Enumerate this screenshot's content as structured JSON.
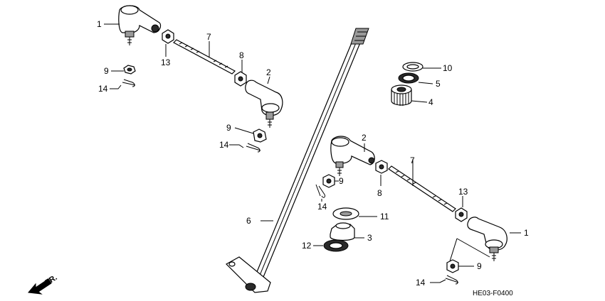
{
  "diagram": {
    "code": "HE03-F0400",
    "direction": "FR.",
    "callouts": {
      "c1a": "1",
      "c1b": "1",
      "c2a": "2",
      "c2b": "2",
      "c3": "3",
      "c4": "4",
      "c5": "5",
      "c6": "6",
      "c7a": "7",
      "c7b": "7",
      "c8a": "8",
      "c8b": "8",
      "c9a": "9",
      "c9b": "9",
      "c9c": "9",
      "c9d": "9",
      "c10": "10",
      "c11": "11",
      "c12": "12",
      "c13a": "13",
      "c13b": "13",
      "c14a": "14",
      "c14b": "14",
      "c14c": "14",
      "c14d": "14"
    }
  }
}
